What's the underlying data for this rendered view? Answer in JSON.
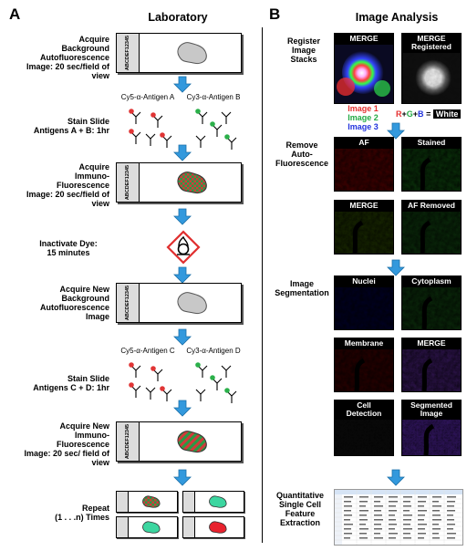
{
  "panel_a": {
    "letter": "A",
    "title": "Laboratory",
    "slide_code": "ABCDEF12345",
    "steps": [
      {
        "label": "Acquire\nBackground\nAutofluorescence\nImage: 20 sec/field of view"
      },
      {
        "label": "Stain Slide\nAntigens A + B: 1hr"
      },
      {
        "label": "Acquire\nImmuno-\nFluorescence\nImage: 20 sec/field of view"
      },
      {
        "label": "Inactivate Dye:\n15 minutes"
      },
      {
        "label": "Acquire New\nBackground\nAutofluorescence\nImage"
      },
      {
        "label": "Stain  Slide\nAntigens C + D: 1hr"
      },
      {
        "label": "Acquire New\nImmuno-\nFluorescence\nImage: 20 sec/ field of view"
      },
      {
        "label": "Repeat\n(1 . . .n) Times"
      }
    ],
    "antibodies": {
      "a": "Cy5-α-Antigen A",
      "b": "Cy3-α-Antigen B",
      "c": "Cy5-α-Antigen C",
      "d": "Cy3-α-Antigen D"
    }
  },
  "panel_b": {
    "letter": "B",
    "title": "Image Analysis",
    "steps": [
      {
        "label": "Register\nImage\nStacks"
      },
      {
        "label": "Remove\nAuto-\nFluorescence"
      },
      {
        "label": "Image\nSegmentation"
      },
      {
        "label": "Quantitative\nSingle Cell\nFeature\nExtraction"
      }
    ],
    "images": {
      "merge1": "MERGE",
      "merge_registered": "MERGE\nRegistered",
      "af": "AF",
      "stained": "Stained",
      "merge2": "MERGE",
      "af_removed": "AF Removed",
      "nuclei": "Nuclei",
      "cytoplasm": "Cytoplasm",
      "membrane": "Membrane",
      "merge3": "MERGE",
      "cell_detection": "Cell\nDetection",
      "segmented": "Segmented\nImage"
    },
    "legend": {
      "image1": "Image 1",
      "image2": "Image 2",
      "image3": "Image 3",
      "r": "R",
      "plus1": "+",
      "g": "G",
      "plus2": "+",
      "b": "B",
      "eq": "=",
      "white": "White"
    }
  },
  "colors": {
    "arrow": "#3399dd",
    "red": "#e53030",
    "green": "#22aa44",
    "blue": "#2233dd"
  }
}
